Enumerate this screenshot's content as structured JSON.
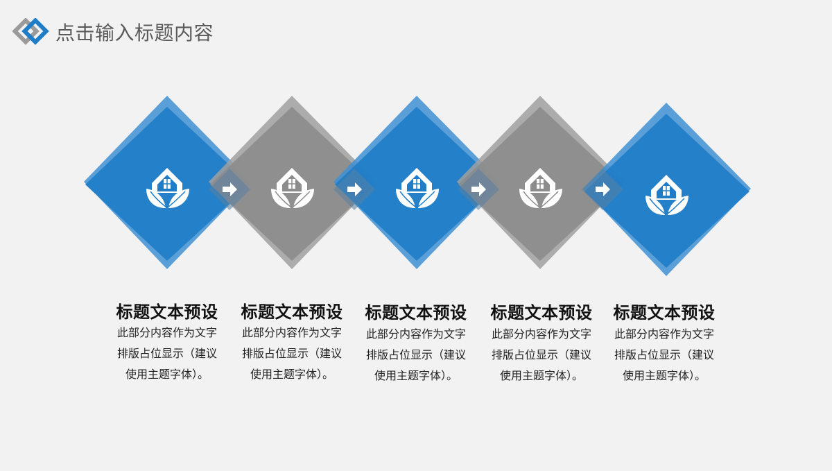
{
  "header": {
    "title": "点击输入标题内容",
    "logo_icon": "linked-diamonds-logo-icon"
  },
  "colors": {
    "blue": "#1f7dc7",
    "blue_light": "#3f90d2",
    "gray": "#8c8c8c",
    "gray_light": "#a0a0a0",
    "background": "#f2f2f2"
  },
  "steps": [
    {
      "title": "标题文本预设",
      "desc": "此部分内容作为文字\n排版占位显示（建议\n使用主题字体）。",
      "color": "blue",
      "icon": "house-leaf-icon"
    },
    {
      "title": "标题文本预设",
      "desc": "此部分内容作为文字\n排版占位显示（建议\n使用主题字体）。",
      "color": "gray",
      "icon": "house-leaf-icon"
    },
    {
      "title": "标题文本预设",
      "desc": "此部分内容作为文字\n排版占位显示（建议\n使用主题字体）。",
      "color": "blue",
      "icon": "house-leaf-icon"
    },
    {
      "title": "标题文本预设",
      "desc": "此部分内容作为文字\n排版占位显示（建议\n使用主题字体）。",
      "color": "gray",
      "icon": "house-leaf-icon"
    },
    {
      "title": "标题文本预设",
      "desc": "此部分内容作为文字\n排版占位显示（建议\n使用主题字体）。",
      "color": "blue",
      "icon": "house-leaf-icon"
    }
  ],
  "connectors": [
    "arrow-right-icon",
    "arrow-right-icon",
    "arrow-right-icon",
    "arrow-right-icon"
  ]
}
